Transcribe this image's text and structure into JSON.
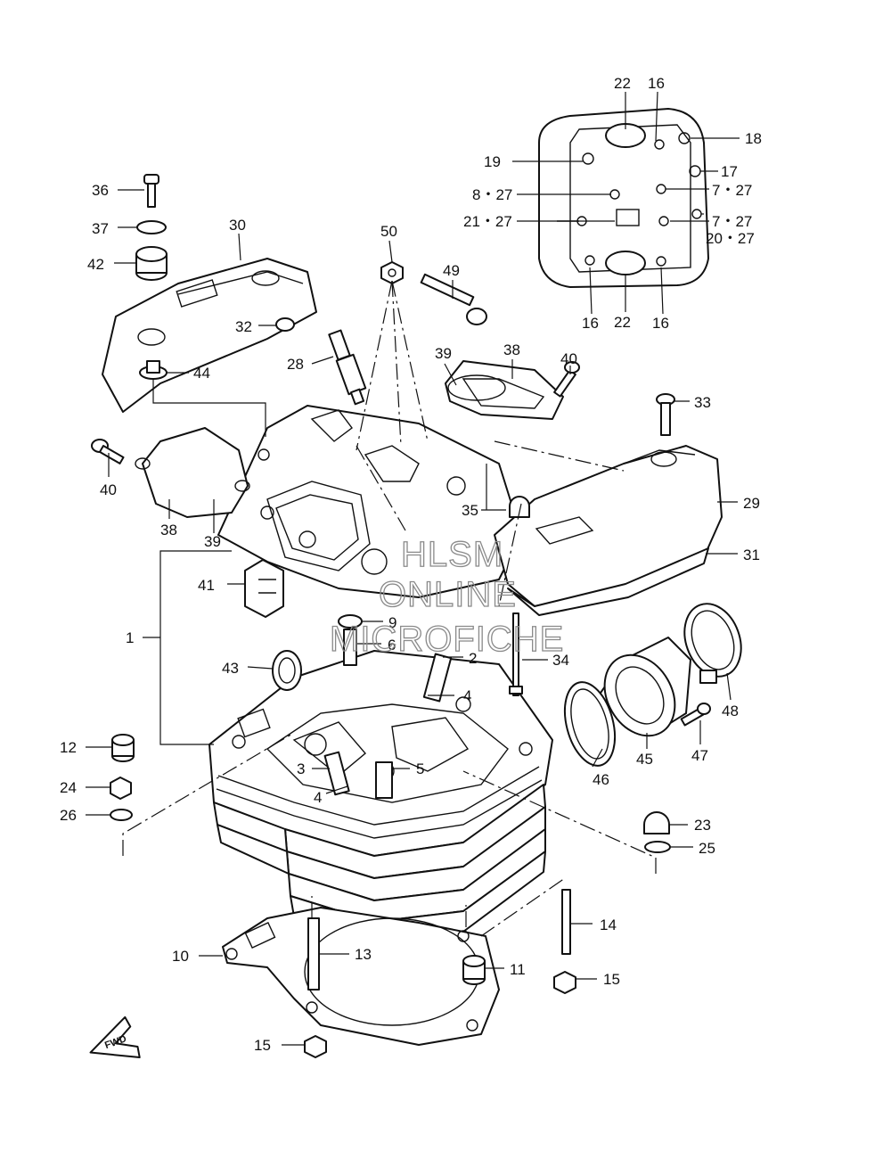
{
  "watermark": {
    "line1": "HLSM",
    "line2": "ONLINE",
    "line3": "MICROFICHE"
  },
  "fwd_label": "FWD",
  "callouts": [
    {
      "id": "c1",
      "label": "1"
    },
    {
      "id": "c2",
      "label": "2"
    },
    {
      "id": "c3",
      "label": "3"
    },
    {
      "id": "c4a",
      "label": "4"
    },
    {
      "id": "c4b",
      "label": "4"
    },
    {
      "id": "c5",
      "label": "5"
    },
    {
      "id": "c6",
      "label": "6"
    },
    {
      "id": "c9",
      "label": "9"
    },
    {
      "id": "c10",
      "label": "10"
    },
    {
      "id": "c11",
      "label": "11"
    },
    {
      "id": "c12",
      "label": "12"
    },
    {
      "id": "c13",
      "label": "13"
    },
    {
      "id": "c14",
      "label": "14"
    },
    {
      "id": "c15a",
      "label": "15"
    },
    {
      "id": "c15b",
      "label": "15"
    },
    {
      "id": "c16a",
      "label": "16"
    },
    {
      "id": "c16b",
      "label": "16"
    },
    {
      "id": "c16c",
      "label": "16"
    },
    {
      "id": "c17",
      "label": "17"
    },
    {
      "id": "c18",
      "label": "18"
    },
    {
      "id": "c19",
      "label": "19"
    },
    {
      "id": "c2027",
      "label": "20・27"
    },
    {
      "id": "c2127",
      "label": "21・27"
    },
    {
      "id": "c22a",
      "label": "22"
    },
    {
      "id": "c22b",
      "label": "22"
    },
    {
      "id": "c23",
      "label": "23"
    },
    {
      "id": "c24",
      "label": "24"
    },
    {
      "id": "c25",
      "label": "25"
    },
    {
      "id": "c26",
      "label": "26"
    },
    {
      "id": "c28",
      "label": "28"
    },
    {
      "id": "c29",
      "label": "29"
    },
    {
      "id": "c30",
      "label": "30"
    },
    {
      "id": "c31",
      "label": "31"
    },
    {
      "id": "c32",
      "label": "32"
    },
    {
      "id": "c33",
      "label": "33"
    },
    {
      "id": "c34",
      "label": "34"
    },
    {
      "id": "c35",
      "label": "35"
    },
    {
      "id": "c36",
      "label": "36"
    },
    {
      "id": "c37",
      "label": "37"
    },
    {
      "id": "c38a",
      "label": "38"
    },
    {
      "id": "c38b",
      "label": "38"
    },
    {
      "id": "c39a",
      "label": "39"
    },
    {
      "id": "c39b",
      "label": "39"
    },
    {
      "id": "c40a",
      "label": "40"
    },
    {
      "id": "c40b",
      "label": "40"
    },
    {
      "id": "c41",
      "label": "41"
    },
    {
      "id": "c42",
      "label": "42"
    },
    {
      "id": "c43",
      "label": "43"
    },
    {
      "id": "c44",
      "label": "44"
    },
    {
      "id": "c45",
      "label": "45"
    },
    {
      "id": "c46",
      "label": "46"
    },
    {
      "id": "c47",
      "label": "47"
    },
    {
      "id": "c48",
      "label": "48"
    },
    {
      "id": "c49",
      "label": "49"
    },
    {
      "id": "c50",
      "label": "50"
    },
    {
      "id": "c727a",
      "label": "7・27"
    },
    {
      "id": "c727b",
      "label": "7・27"
    },
    {
      "id": "c827",
      "label": "8・27"
    }
  ]
}
